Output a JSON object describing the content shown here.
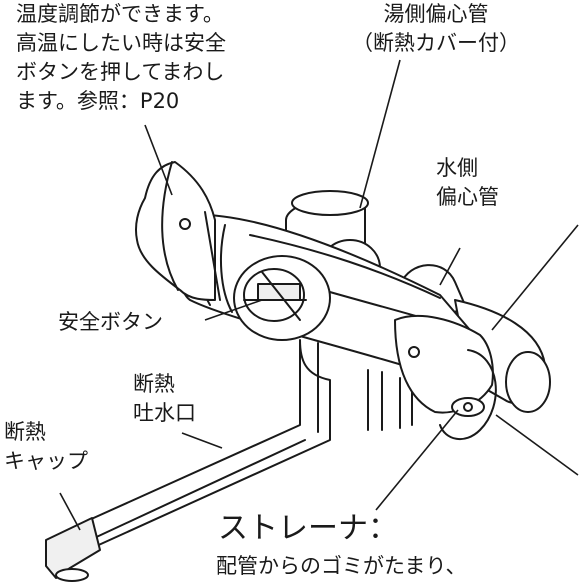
{
  "labels": {
    "temp_note": "温度調節ができます。\n高温にしたい時は安全\nボタンを押してまわし\nます。参照：P20",
    "hot_pipe": "湯側偏心管\n（断熱カバー付）",
    "cold_pipe": "水側\n偏心管",
    "safety_button": "安全ボタン",
    "spout": "断熱\n吐水口",
    "cap": "断熱\nキャップ",
    "strainer_title": "ストレーナ：",
    "strainer_note": "配管からのゴミがたまり、"
  },
  "colors": {
    "line": "#1a1a1a",
    "fill": "#ffffff",
    "shade": "#e6e6e6"
  }
}
